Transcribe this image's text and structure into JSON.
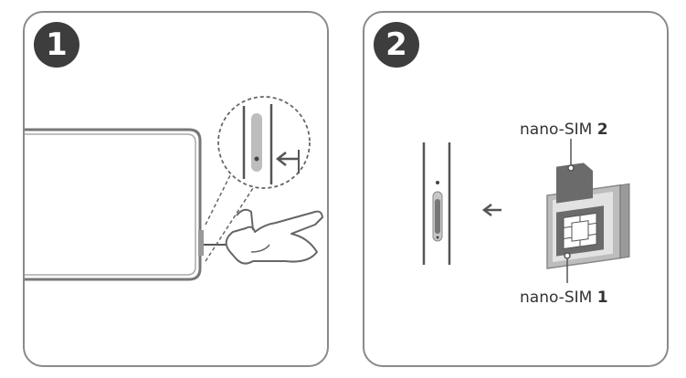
{
  "steps": [
    {
      "number": "1"
    },
    {
      "number": "2"
    }
  ],
  "callouts": {
    "sim2": {
      "name": "nano-SIM",
      "num": "2"
    },
    "sim1": {
      "name": "nano-SIM",
      "num": "1"
    }
  },
  "colors": {
    "border": "#8a8a8a",
    "badge": "#3d3d3d",
    "line": "#555555",
    "tray": "#bdbdbd",
    "sim_dark": "#6b6b6b"
  }
}
